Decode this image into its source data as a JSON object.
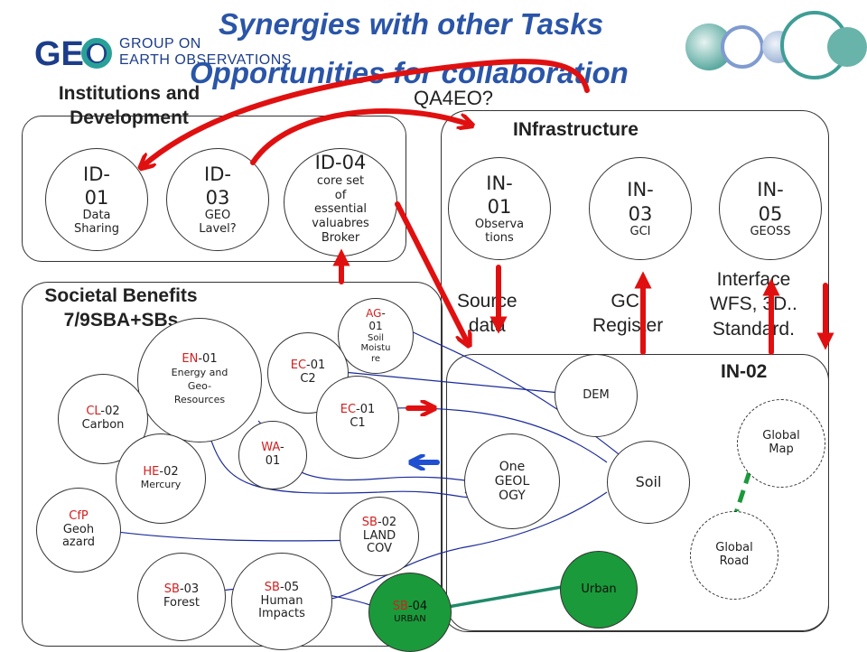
{
  "title": {
    "line1": "Synergies with other Tasks",
    "line2": "Opportunities for collaboration"
  },
  "logo": {
    "mark": "GEO",
    "line1": "GROUP ON",
    "line2": "EARTH OBSERVATIONS"
  },
  "qa4eo_label": "QA4EO?",
  "groups": {
    "institutions": {
      "line1": "Institutions and",
      "line2": "Development"
    },
    "infrastructure": {
      "label": "INfrastructure"
    },
    "societal": {
      "line1": "Societal Benefits",
      "line2": "7/9SBA+SBs"
    },
    "in02": {
      "label": "IN-02"
    }
  },
  "institutions_nodes": [
    {
      "id": "id01",
      "code": "ID-\n01",
      "desc": "Data\nSharing"
    },
    {
      "id": "id03",
      "code": "ID-\n03",
      "desc": "GEO\nLavel?"
    },
    {
      "id": "id04",
      "code": "ID-04",
      "desc": "core set\nof\nessential\nvaluabres\nBroker"
    }
  ],
  "infrastructure_nodes": [
    {
      "id": "in01",
      "code": "IN-\n01",
      "desc": "Observa\ntions"
    },
    {
      "id": "in03",
      "code": "IN-\n03",
      "desc": "GCI"
    },
    {
      "id": "in05",
      "code": "IN-\n05",
      "desc": "GEOSS"
    }
  ],
  "arrow_labels": {
    "source": [
      "Source",
      "data"
    ],
    "gci": [
      "GCI",
      "Register"
    ],
    "interface": [
      "Interface",
      "WFS, 3D..",
      "Standard."
    ]
  },
  "societal_nodes": [
    {
      "id": "ag01",
      "pre": "AG",
      "rest": "-\n01",
      "desc": "Soil\nMoistu\nre"
    },
    {
      "id": "en01",
      "pre": "EN",
      "rest": "-01",
      "desc": "Energy and\nGeo-\nResources"
    },
    {
      "id": "ec01c2",
      "pre": "EC",
      "rest": "-01",
      "desc": "C2"
    },
    {
      "id": "ec01c1",
      "pre": "EC",
      "rest": "-01",
      "desc": "C1"
    },
    {
      "id": "cl02",
      "pre": "CL",
      "rest": "-02",
      "desc": "Carbon"
    },
    {
      "id": "he02",
      "pre": "HE",
      "rest": "-02",
      "desc": "Mercury"
    },
    {
      "id": "wa01",
      "pre": "WA",
      "rest": "-\n01",
      "desc": ""
    },
    {
      "id": "cfp",
      "pre": "CfP",
      "rest": "",
      "desc": "Geoh\nazard"
    },
    {
      "id": "sb02",
      "pre": "SB",
      "rest": "-02",
      "desc": "LAND\nCOV"
    },
    {
      "id": "sb03",
      "pre": "SB",
      "rest": "-03",
      "desc": "Forest"
    },
    {
      "id": "sb05",
      "pre": "SB",
      "rest": "-05",
      "desc": "Human\nImpacts"
    },
    {
      "id": "sb04",
      "pre": "SB",
      "rest": "-04",
      "desc": "URBAN"
    }
  ],
  "in02_nodes": [
    {
      "id": "dem",
      "label": "DEM"
    },
    {
      "id": "geology",
      "label": "One\nGEOL\nOGY"
    },
    {
      "id": "soil",
      "label": "Soil"
    },
    {
      "id": "globalmap",
      "label": "Global\nMap"
    },
    {
      "id": "globalroad",
      "label": "Global\nRoad"
    },
    {
      "id": "urban",
      "label": "Urban"
    }
  ],
  "colors": {
    "title": "#2a55a8",
    "arrow_red": "#e01010",
    "arrow_blue": "#2050d0",
    "urban_green": "#1a9a3a",
    "link_blue": "#1a2a9a",
    "link_teal": "#1e8a6a",
    "code_red": "#d42020"
  }
}
